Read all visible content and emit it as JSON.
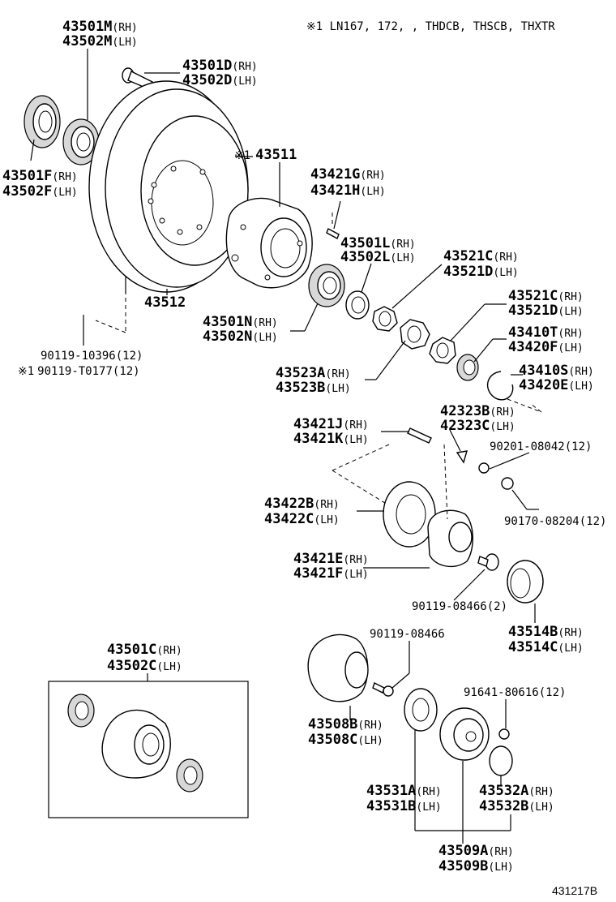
{
  "header_note": "※1 LN167, 172, , THDCB, THSCB, THXTR",
  "footer_code": "431217B",
  "labels": {
    "m_rh": "43501M",
    "m_rh_s": "(RH)",
    "m_lh": "43502M",
    "m_lh_s": "(LH)",
    "d_rh": "43501D",
    "d_rh_s": "(RH)",
    "d_lh": "43502D",
    "d_lh_s": "(LH)",
    "f_rh": "43501F",
    "f_rh_s": "(RH)",
    "f_lh": "43502F",
    "f_lh_s": "(LH)",
    "hub_mark": "※1",
    "hub": "43511",
    "g_rh": "43421G",
    "g_rh_s": "(RH)",
    "h_lh": "43421H",
    "h_lh_s": "(LH)",
    "l_rh": "43501L",
    "l_rh_s": "(RH)",
    "l_lh": "43502L",
    "l_lh_s": "(LH)",
    "c521_rh": "43521C",
    "c521_rh_s": "(RH)",
    "d521_lh": "43521D",
    "d521_lh_s": "(LH)",
    "disc": "43512",
    "n_rh": "43501N",
    "n_rh_s": "(RH)",
    "n_lh": "43502N",
    "n_lh_s": "(LH)",
    "c521b_rh": "43521C",
    "c521b_rh_s": "(RH)",
    "d521b_lh": "43521D",
    "d521b_lh_s": "(LH)",
    "t410_rh": "43410T",
    "t410_rh_s": "(RH)",
    "f420_lh": "43420F",
    "f420_lh_s": "(LH)",
    "bolt1": "90119-10396(12)",
    "bolt2_mark": "※1",
    "bolt2": "90119-T0177(12)",
    "a523_rh": "43523A",
    "a523_rh_s": "(RH)",
    "b523_lh": "43523B",
    "b523_lh_s": "(LH)",
    "s410_rh": "43410S",
    "s410_rh_s": "(RH)",
    "e420_lh": "43420E",
    "e420_lh_s": "(LH)",
    "b323_rh": "42323B",
    "b323_rh_s": "(RH)",
    "c323_lh": "42323C",
    "c323_lh_s": "(LH)",
    "j_rh": "43421J",
    "j_rh_s": "(RH)",
    "k_lh": "43421K",
    "k_lh_s": "(LH)",
    "p90201": "90201-08042(12)",
    "b422_rh": "43422B",
    "b422_rh_s": "(RH)",
    "c422_lh": "43422C",
    "c422_lh_s": "(LH)",
    "p90170": "90170-08204(12)",
    "e_rh": "43421E",
    "e_rh_s": "(RH)",
    "f_421_lh": "43421F",
    "f_421_lh_s": "(LH)",
    "p90119a": "90119-08466(2)",
    "b514_rh": "43514B",
    "b514_rh_s": "(RH)",
    "c514_lh": "43514C",
    "c514_lh_s": "(LH)",
    "c_rh": "43501C",
    "c_rh_s": "(RH)",
    "c_lh": "43502C",
    "c_lh_s": "(LH)",
    "p90119b": "90119-08466",
    "p91641": "91641-80616(12)",
    "b508_rh": "43508B",
    "b508_rh_s": "(RH)",
    "c508_lh": "43508C",
    "c508_lh_s": "(LH)",
    "a531_rh": "43531A",
    "a531_rh_s": "(RH)",
    "b531_lh": "43531B",
    "b531_lh_s": "(LH)",
    "a532_rh": "43532A",
    "a532_rh_s": "(RH)",
    "b532_lh": "43532B",
    "b532_lh_s": "(LH)",
    "a509_rh": "43509A",
    "a509_rh_s": "(RH)",
    "b509_lh": "43509B",
    "b509_lh_s": "(LH)"
  }
}
